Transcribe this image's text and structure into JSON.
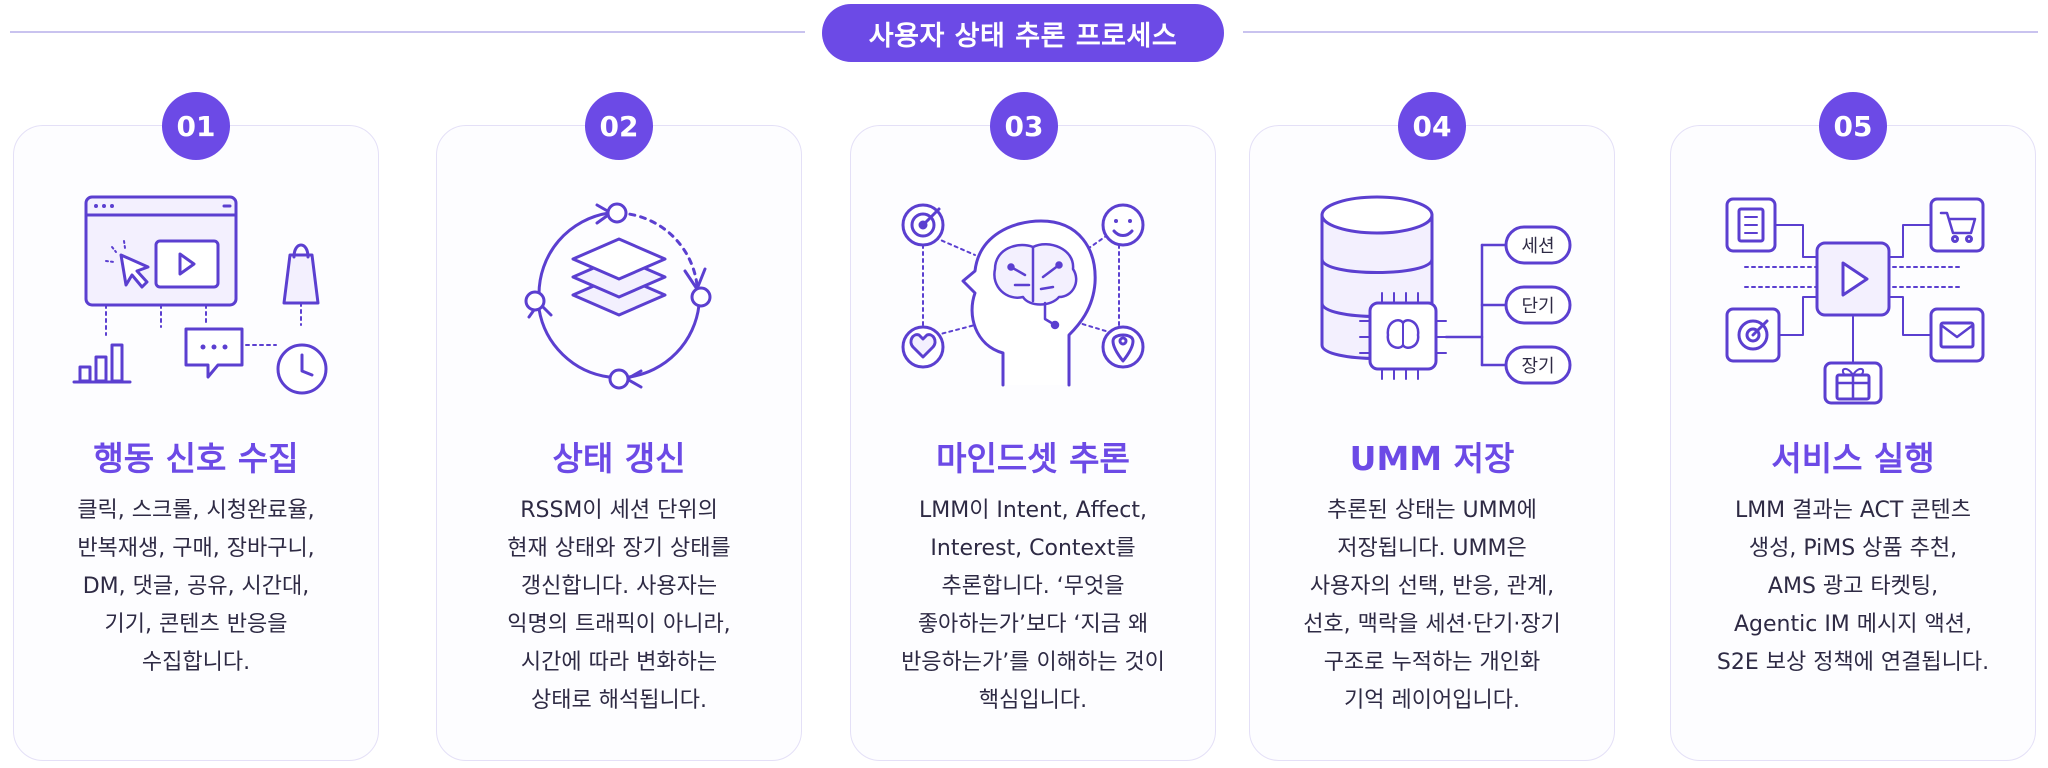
{
  "header": {
    "title": "사용자 상태 추론 프로세스"
  },
  "steps": [
    {
      "number": "01",
      "title": "행동 신호 수집",
      "body": [
        "클릭, 스크롤, 시청완료율,",
        "반복재생, 구매, 장바구니,",
        "DM, 댓글, 공유, 시간대,",
        "기기, 콘텐츠 반응을",
        "수집합니다."
      ]
    },
    {
      "number": "02",
      "title": "상태 갱신",
      "body": [
        "RSSM이 세션 단위의",
        "현재 상태와 장기 상태를",
        "갱신합니다. 사용자는",
        "익명의 트래픽이 아니라,",
        "시간에 따라 변화하는",
        "상태로 해석됩니다."
      ]
    },
    {
      "number": "03",
      "title": "마인드셋 추론",
      "body": [
        "LMM이 Intent, Affect,",
        "Interest, Context를",
        "추론합니다. ‘무엇을",
        "좋아하는가’보다 ‘지금 왜",
        "반응하는가’를 이해하는 것이",
        "핵심입니다."
      ]
    },
    {
      "number": "04",
      "title": "UMM 저장",
      "body": [
        "추론된 상태는 UMM에",
        "저장됩니다. UMM은",
        "사용자의 선택, 반응, 관계,",
        "선호, 맥락을 세션·단기·장기",
        "구조로 누적하는 개인화",
        "기억 레이어입니다."
      ],
      "memory_labels": [
        "세션",
        "단기",
        "장기"
      ]
    },
    {
      "number": "05",
      "title": "서비스 실행",
      "body": [
        "LMM 결과는 ACT 콘텐츠",
        "생성, PiMS 상품 추천,",
        "AMS 광고 타켓팅,",
        "Agentic IM 메시지 액션,",
        "S2E 보상 정책에 연결됩니다."
      ]
    }
  ],
  "colors": {
    "accent": "#6c4ae6",
    "border": "#e4e0f7",
    "fill": "#f3f0fe"
  }
}
